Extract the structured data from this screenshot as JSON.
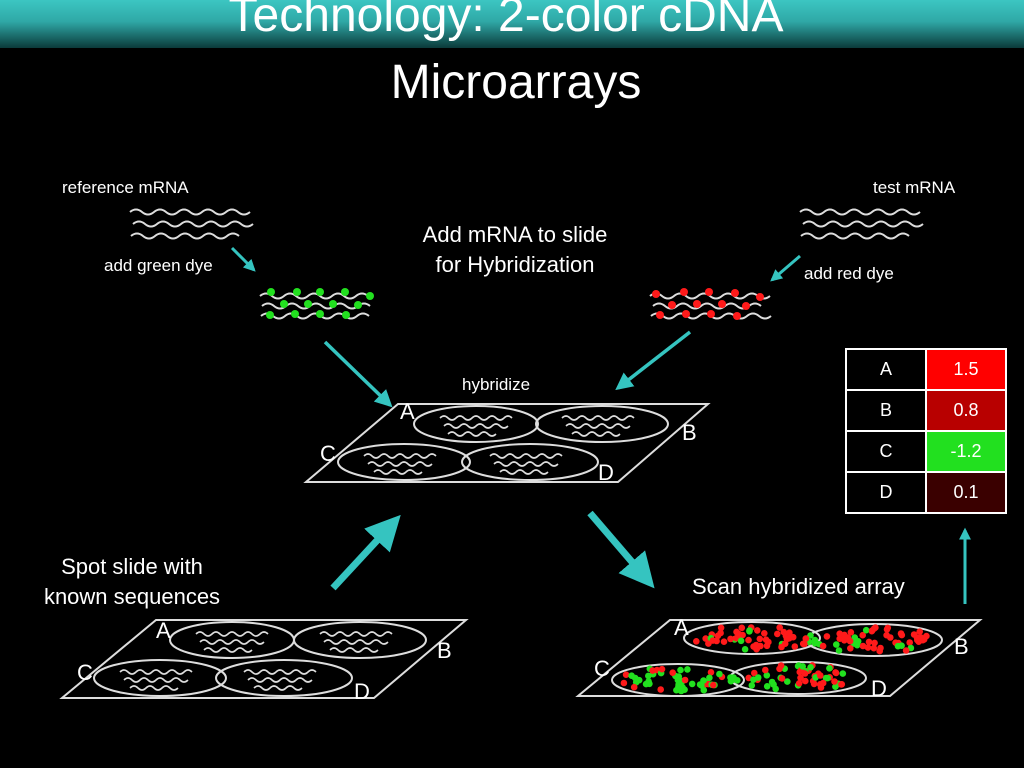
{
  "title_line1": "Technology: 2-color cDNA",
  "title_line2": "Microarrays",
  "labels": {
    "reference_mrna": "reference mRNA",
    "test_mrna": "test mRNA",
    "add_green_dye": "add green dye",
    "add_red_dye": "add red dye",
    "add_mrna_line1": "Add mRNA to slide",
    "add_mrna_line2": "for Hybridization",
    "hybridize": "hybridize",
    "spot_slide_line1": "Spot slide with",
    "spot_slide_line2": "known sequences",
    "scan_array": "Scan hybridized array"
  },
  "spot_letters": [
    "A",
    "B",
    "C",
    "D"
  ],
  "results_table": [
    {
      "spot": "A",
      "value": "1.5",
      "color": "#ff0000"
    },
    {
      "spot": "B",
      "value": "0.8",
      "color": "#b80000"
    },
    {
      "spot": "C",
      "value": "-1.2",
      "color": "#22e01f"
    },
    {
      "spot": "D",
      "value": "0.1",
      "color": "#3a0000"
    }
  ],
  "colors": {
    "arrow": "#35c4c0",
    "green_dye": "#22e01f",
    "red_dye": "#ff1a1a",
    "header_bar": "#3cc6c2"
  }
}
